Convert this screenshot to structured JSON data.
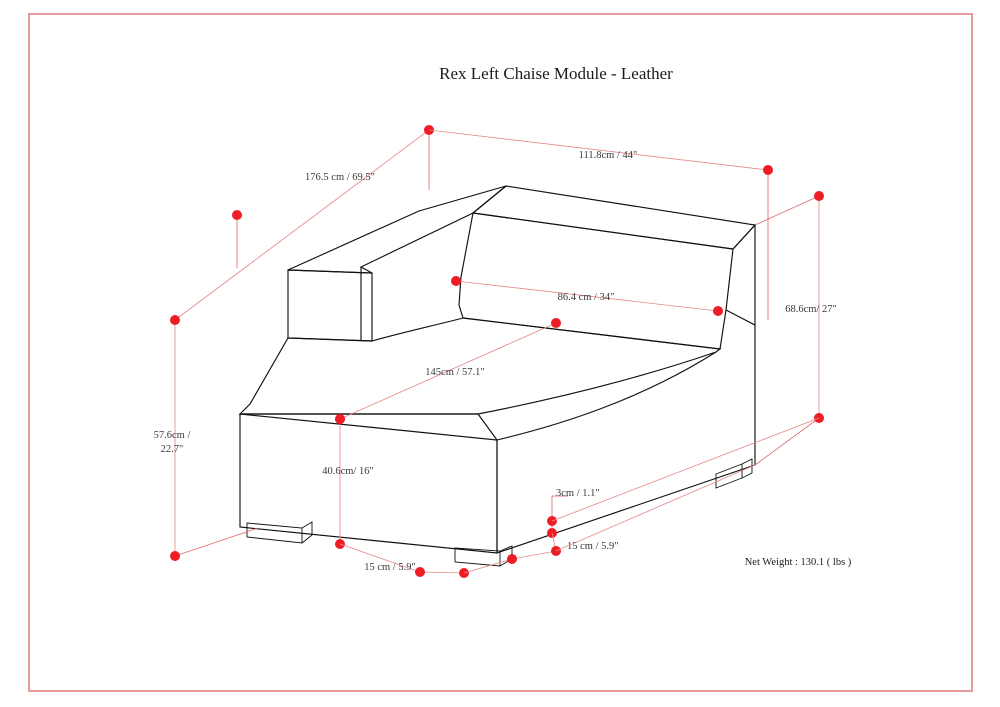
{
  "page": {
    "title": "Rex Left Chaise Module - Leather",
    "background_color": "#ffffff",
    "frame_color": "#e79a9a",
    "dimension_color": "#e88a8a",
    "marker_color": "#ee1c25",
    "object_line_color": "#111111"
  },
  "footer": {
    "net_weight": "Net Weight : 130.1 ( lbs )"
  },
  "dimensions": {
    "overall_depth": "176.5 cm / 69.5\"",
    "overall_width": "111.8cm / 44\"",
    "back_height": "68.6cm/ 27\"",
    "seat_back_width": "86.4 cm / 34\"",
    "chaise_length": "145cm / 57.1\"",
    "arm_height": "57.6cm /\n22.7\"",
    "arm_height_line1": "57.6cm /",
    "arm_height_line2": "22.7\"",
    "seat_height": "40.6cm/ 16\"",
    "foot_depth_left": "15 cm / 5.9\"",
    "foot_height": "3cm / 1.1\"",
    "foot_depth_right": "15 cm / 5.9\""
  }
}
